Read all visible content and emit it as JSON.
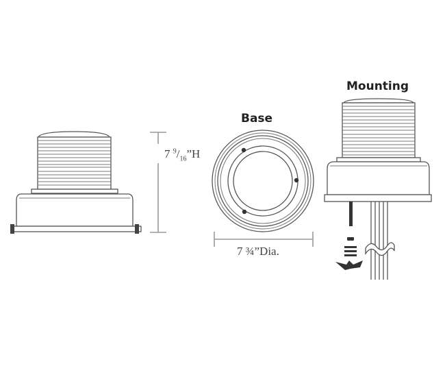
{
  "labels": {
    "base_title": "Base",
    "mounting_title": "Mounting",
    "height_whole": "7",
    "height_num": "9",
    "height_slash": "/",
    "height_den": "16",
    "height_unit": "”H",
    "diameter": "7 ¾”Dia."
  },
  "colors": {
    "outline": "#555555",
    "dimension_line": "#9a9a9a",
    "text": "#333333",
    "background": "#ffffff"
  }
}
